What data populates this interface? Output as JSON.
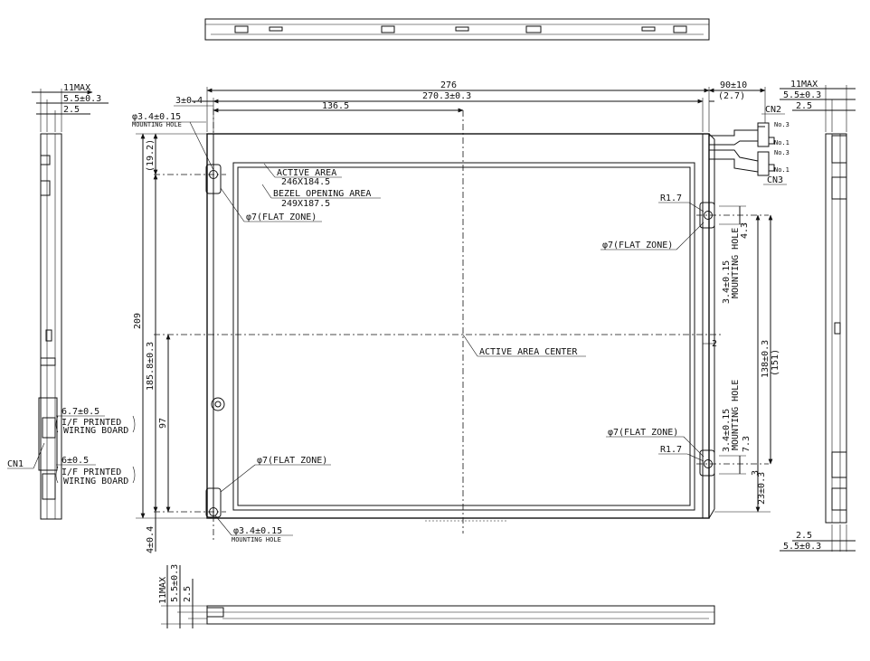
{
  "top_dims": {
    "width_total": "276",
    "width_inner": "270.3±0.3",
    "half_width": "136.5",
    "offset_left": "3±0.4",
    "cable_len": "90±10",
    "cable_offset": "(2.7)"
  },
  "left_dims": {
    "max_thick": "11MAX",
    "depth": "5.5±0.3",
    "step": "2.5",
    "height_total": "209",
    "top_gap": "(19.2)",
    "hole_pitch": "185.8±0.3",
    "half_height": "97",
    "bottom_gap": "4±0.4"
  },
  "right_dims": {
    "max_thick": "11MAX",
    "depth": "5.5±0.3",
    "step": "2.5",
    "hole_pitch": "138±0.3",
    "span": "(151)",
    "bottom_offset": "23±0.3",
    "small_a": "4.3",
    "small_b": "7.3",
    "small_c": "3",
    "gap2": "2",
    "bottom_step": "2.5",
    "bottom_depth": "5.5±0.3"
  },
  "bottom_view_dims": {
    "max_thick": "11MAX",
    "depth": "5.5±0.3",
    "step": "2.5"
  },
  "labels": {
    "active_area": "ACTIVE AREA",
    "active_area_size": "246X184.5",
    "bezel_area": "BEZEL OPENING AREA",
    "bezel_area_size": "249X187.5",
    "active_center": "ACTIVE AREA CENTER",
    "hole_top_left_dia": "φ3.4±0.15",
    "hole_top_left_label": "MOUNTING HOLE",
    "flat_zone_tl": "φ7(FLAT ZONE)",
    "flat_zone_bl": "φ7(FLAT ZONE)",
    "hole_bottom_left_dia": "φ3.4±0.15",
    "hole_bottom_left_label": "MOUNTING HOLE",
    "r_top": "R1.7",
    "r_bottom": "R1.7",
    "flat_zone_tr": "φ7(FLAT ZONE)",
    "flat_zone_br": "φ7(FLAT ZONE)",
    "hole_right_top": "3.4±0.15",
    "hole_right_top_label": "MOUNTING HOLE",
    "hole_right_bottom": "3.4±0.15",
    "hole_right_bottom_label": "MOUNTING HOLE",
    "cn1": "CN1",
    "cn2": "CN2",
    "cn3": "CN3",
    "cn2_pin_top": "No.3",
    "cn2_pin_bottom": "No.1",
    "cn3_pin_top": "No.3",
    "cn3_pin_bottom": "No.1",
    "pwb1_dim": "6.7±0.5",
    "pwb1_a": "I/F PRINTED",
    "pwb1_b": "WIRING BOARD",
    "pwb2_dim": "6±0.5",
    "pwb2_a": "I/F PRINTED",
    "pwb2_b": "WIRING BOARD"
  }
}
